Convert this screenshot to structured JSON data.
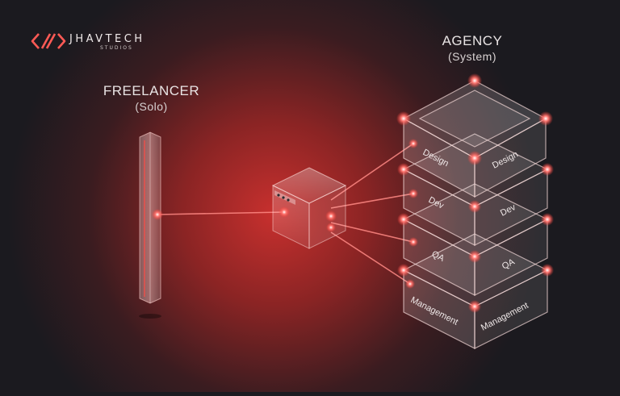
{
  "brand": {
    "name": "JHAVTECH",
    "sub": "STUDIOS"
  },
  "freelancer": {
    "title": "FREELANCER",
    "subtitle": "(Solo)"
  },
  "agency": {
    "title": "AGENCY",
    "subtitle": "(System)"
  },
  "layers": [
    {
      "left": "Design",
      "right": "Design"
    },
    {
      "left": "Dev",
      "right": "Dev"
    },
    {
      "left": "QA",
      "right": "QA"
    },
    {
      "left": "Management",
      "right": "Management"
    }
  ],
  "colors": {
    "accent": "#ff5a55",
    "background": "#1b1a1f",
    "glow": "#c8302e"
  }
}
